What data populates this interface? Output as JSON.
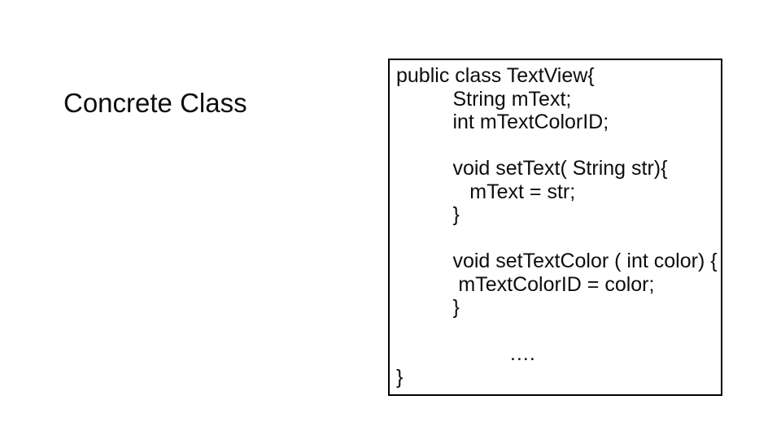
{
  "slide": {
    "background_color": "#ffffff",
    "text_color": "#0d0d0d",
    "label": "Concrete Class",
    "code_box": {
      "border_color": "#000000",
      "fill_color": "#ffffff",
      "lines": [
        "public class TextView{",
        "\tString mText;",
        "\tint mTextColorID;",
        "",
        "\tvoid setText( String str){",
        "\t   mText = str;",
        "\t}",
        "",
        "\tvoid setTextColor ( int color) {",
        "\t mTextColorID = color;",
        "\t}",
        "",
        "\t\t….",
        "}"
      ]
    }
  }
}
